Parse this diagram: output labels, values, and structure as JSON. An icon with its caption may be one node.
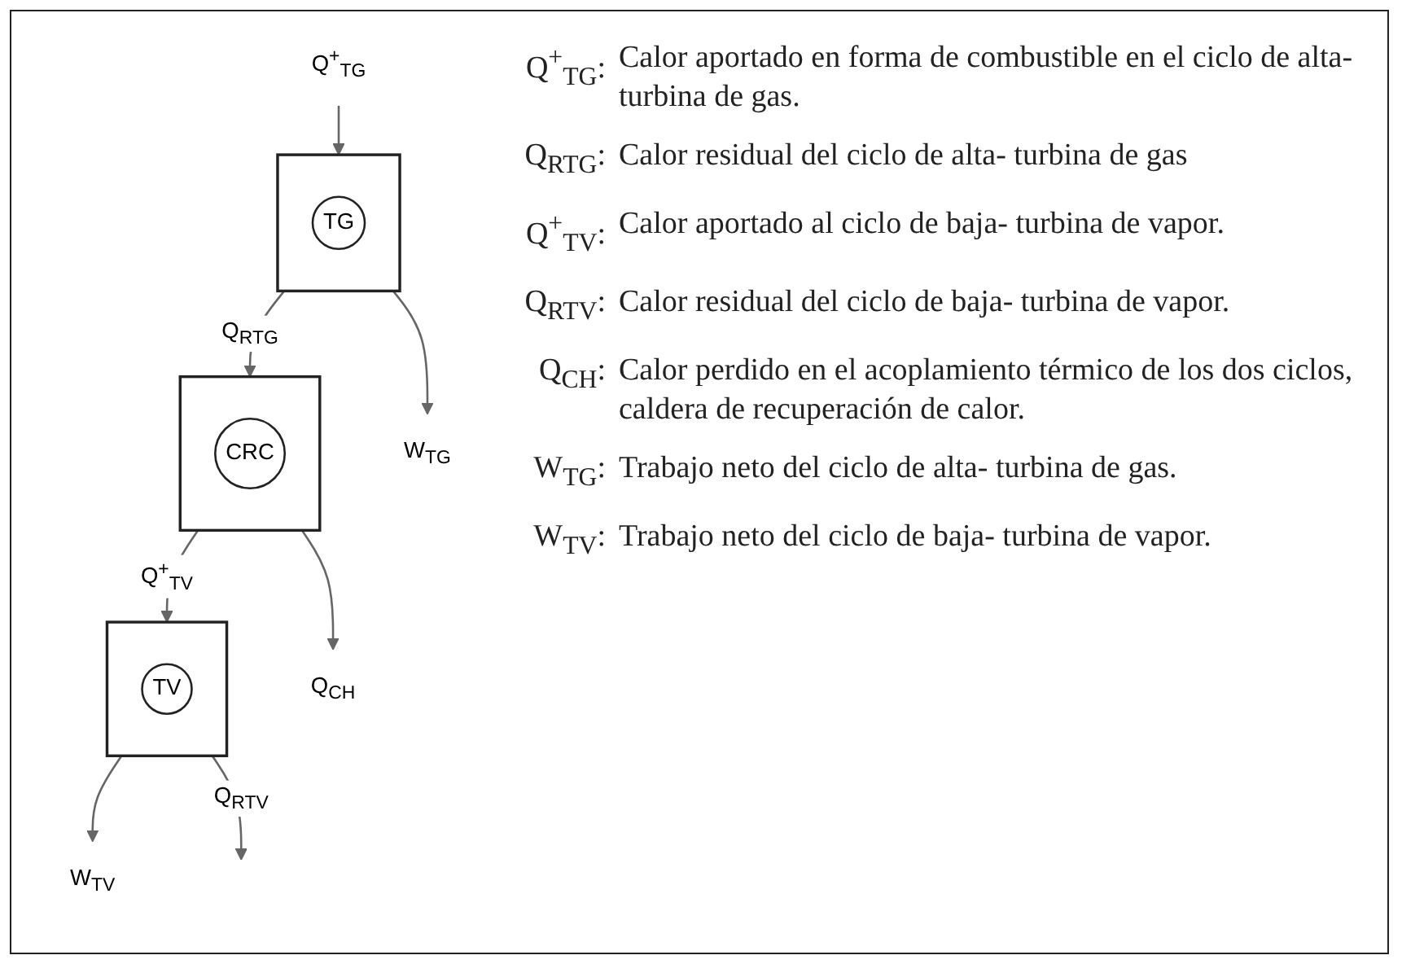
{
  "diagram": {
    "nodes": [
      {
        "text": [
          "Q$^{+}$$_{TG}$"
        ]
      },
      {
        "text": [],
        "shape": "box"
      },
      {
        "text": [
          "TG"
        ],
        "in": 1
      },
      {
        "text": [
          "W$_{TG}$"
        ]
      },
      {
        "text": [],
        "shape": "box"
      },
      {
        "text": [
          "CRC"
        ],
        "in": 4
      },
      {
        "text": [
          "Q$_{CH}$"
        ]
      },
      {
        "text": [],
        "shape": "box"
      },
      {
        "text": [
          "TV"
        ],
        "in": 7
      },
      {
        "text": [
          "W$_{TV}$"
        ]
      }
    ],
    "edges": [
      {
        "from": 0,
        "to": 1,
        "arrow": "to"
      },
      {
        "from": 1,
        "to": 3,
        "arrow": "to"
      },
      {
        "from": 1,
        "to": 4,
        "arrow": "to",
        "label": "Q$_{RTG}$"
      },
      {
        "from": 4,
        "to": 6,
        "arrow": "to"
      },
      {
        "from": 4,
        "to": 7,
        "arrow": "to",
        "label": "Q$^{+}$$_{TV}$"
      },
      {
        "from": 7,
        "to": 9,
        "arrow": "to"
      },
      {
        "from": 7,
        "to": null,
        "arrow": "to",
        "label": "Q$_{RTV}$"
      }
    ],
    "labels": [
      "Q$^{+}$$_{TG}$:",
      "Calor aportado en forma de combustible en el ciclo de alta- turbina de gas.",
      "Q$_{RTG}$:",
      "Calor residual del ciclo de alta- turbina de gas",
      "Q$^{+}$$_{TV}$:",
      "Calor aportado al ciclo de baja- turbina de vapor.",
      "Q$_{RTV}$:",
      "Calor residual del ciclo de baja- turbina de vapor.",
      "Q$_{CH}$:",
      "Calor perdido en el acoplamiento térmico de los dos ciclos, caldera de recuperación de calor.",
      "W$_{TG}$:",
      "Trabajo neto del ciclo de alta- turbina de gas.",
      "W$_{TV}$:",
      "Trabajo neto del ciclo de baja- turbina de vapor."
    ]
  }
}
